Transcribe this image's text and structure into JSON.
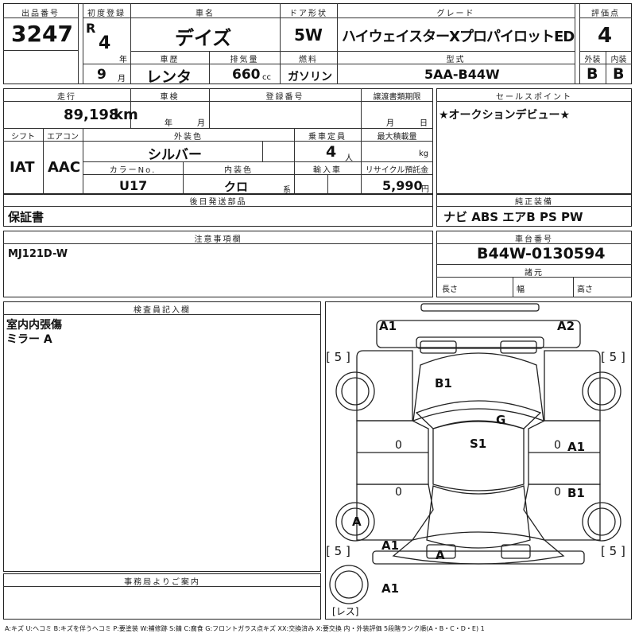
{
  "header": {
    "lot_no_label": "出品番号",
    "lot_no": "3247",
    "first_reg_label": "初度登録",
    "era": "R",
    "reg_year": "4",
    "year_unit": "年",
    "reg_month": "9",
    "month_unit": "月",
    "car_name_label": "車名",
    "car_name": "デイズ",
    "door_label": "ドア形状",
    "door": "5W",
    "grade_label": "グレード",
    "grade": "ハイウェイスターXプロパイロットED",
    "score_label": "評価点",
    "score": "4",
    "history_label": "車歴",
    "history": "レンタ",
    "displacement_label": "排気量",
    "displacement": "660",
    "displacement_unit": "cc",
    "fuel_label": "燃料",
    "fuel": "ガソリン",
    "model_label": "型式",
    "model": "5AA-B44W",
    "ext_label": "外装",
    "int_label": "内装",
    "ext_grade": "B",
    "int_grade": "B"
  },
  "row2": {
    "mileage_label": "走行",
    "mileage": "89,198",
    "mileage_unit": "km",
    "inspection_label": "車検",
    "inspection_year_unit": "年",
    "inspection_month_unit": "月",
    "regno_label": "登録番号",
    "transfer_label": "譲渡書類期限",
    "transfer_month_unit": "月",
    "transfer_day_unit": "日",
    "shift_label": "シフト",
    "shift": "IAT",
    "ac_label": "エアコン",
    "ac": "AAC",
    "color_label": "外装色",
    "color": "シルバー",
    "capacity_label": "乗車定員",
    "capacity": "4",
    "capacity_unit": "人",
    "load_label": "最大積載量",
    "load_unit": "kg",
    "color_no_label": "カラーNo.",
    "color_no": "U17",
    "interior_label": "内装色",
    "interior": "クロ",
    "interior_unit": "系",
    "import_label": "輸入車",
    "recycle_label": "リサイクル預託金",
    "recycle": "5,990",
    "recycle_unit": "円"
  },
  "later_parts": {
    "label": "後日発送部品",
    "value": "保証書"
  },
  "sales_point": {
    "label": "セールスポイント",
    "value": "★オークションデビュー★"
  },
  "equipment": {
    "label": "純正装備",
    "value": "ナビ ABS エアB PS PW"
  },
  "notes": {
    "label": "注意事項欄",
    "value": "MJ121D-W"
  },
  "chassis": {
    "label": "車台番号",
    "value": "B44W-0130594",
    "specs_label": "諸元",
    "length": "長さ",
    "width": "幅",
    "height": "高さ"
  },
  "inspector": {
    "label": "検査員記入欄",
    "line1": "室内内張傷",
    "line2": "ミラー A"
  },
  "office": {
    "label": "事務局よりご案内"
  },
  "diagram": {
    "tire_fl": "5",
    "tire_fr": "5",
    "tire_rl": "5",
    "tire_rr": "5",
    "spare": "レス",
    "marks": [
      "A1",
      "A2",
      "B1",
      "G",
      "S1",
      "A1",
      "B1",
      "A",
      "A1",
      "A",
      "A1"
    ],
    "zeros": [
      "0",
      "0",
      "0",
      "0"
    ]
  },
  "footer": {
    "legend": "A:キズ U:ヘコミ B:キズを伴うヘコミ P:要塗装 W:補修跡 S:錆 C:腐食 G:フロントガラス点キズ XX:交換済み X:要交換 内・外装評価 5段階ランク順(A・B・C・D・E) 1"
  }
}
